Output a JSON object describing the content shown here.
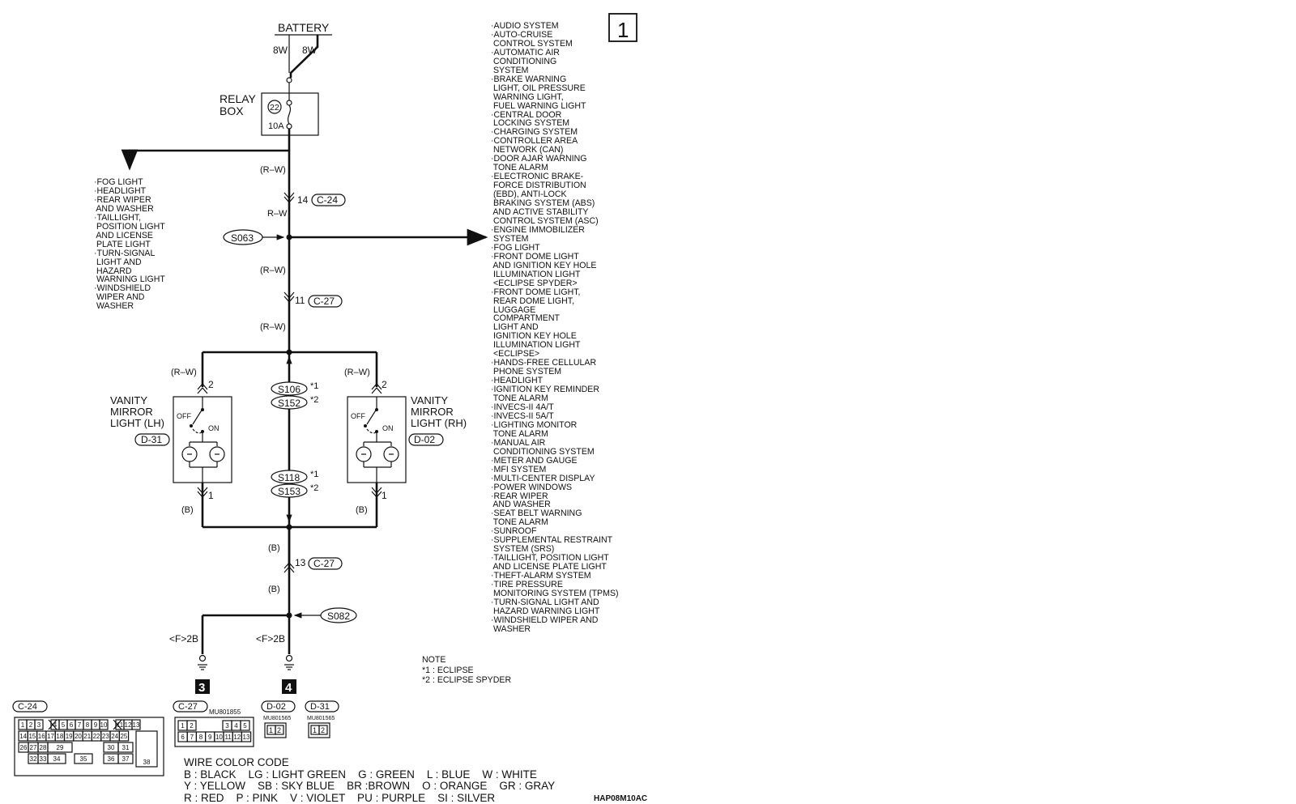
{
  "battery_label": "BATTERY",
  "fusible_links": [
    "8W",
    "8W"
  ],
  "relay_box": {
    "label_line1": "RELAY",
    "label_line2": "BOX",
    "fuse_number": "22",
    "fuse_rating": "10A"
  },
  "page_number": "1",
  "wire_labels": {
    "rw_paren": "(R–W)",
    "rw_plain": "R–W",
    "b_paren": "(B)",
    "ground_feed": "<F>2B"
  },
  "connectors": {
    "c24_pin": "14",
    "c24": "C-24",
    "c27_pin_top": "11",
    "c27": "C-27",
    "c27_pin_bottom": "13",
    "d31": "D-31",
    "d02": "D-02"
  },
  "splices": {
    "s063": "S063",
    "s106": "S106",
    "s152": "S152",
    "s118": "S118",
    "s153": "S153",
    "s082": "S082",
    "mark1": "*1",
    "mark2": "*2"
  },
  "vanity_lh": {
    "line1": "VANITY",
    "line2": "MIRROR",
    "line3": "LIGHT (LH)",
    "off": "OFF",
    "on": "ON",
    "pin_top": "2",
    "pin_bottom": "1"
  },
  "vanity_rh": {
    "line1": "VANITY",
    "line2": "MIRROR",
    "line3": "LIGHT (RH)",
    "off": "OFF",
    "on": "ON",
    "pin_top": "2",
    "pin_bottom": "1"
  },
  "ground_numbers": [
    "3",
    "4"
  ],
  "fog_list_text": "·FOG LIGHT\n·HEADLIGHT\n·REAR WIPER\n AND WASHER\n·TAILLIGHT,\n POSITION LIGHT\n AND LICENSE\n PLATE LIGHT\n·TURN-SIGNAL\n LIGHT AND\n HAZARD\n WARNING LIGHT\n·WINDSHIELD\n WIPER AND\n WASHER",
  "system_list_text": "·AUDIO SYSTEM\n·AUTO-CRUISE\n CONTROL SYSTEM\n·AUTOMATIC AIR\n CONDITIONING\n SYSTEM\n·BRAKE WARNING\n LIGHT, OIL PRESSURE\n WARNING LIGHT,\n FUEL WARNING LIGHT\n·CENTRAL DOOR\n LOCKING SYSTEM\n·CHARGING SYSTEM\n·CONTROLLER AREA\n NETWORK (CAN)\n·DOOR AJAR WARNING\n TONE ALARM\n·ELECTRONIC BRAKE-\n FORCE DISTRIBUTION\n (EBD), ANTI-LOCK\n BRAKING SYSTEM (ABS)\n AND ACTIVE STABILITY\n CONTROL SYSTEM (ASC)\n·ENGINE IMMOBILIZER\n SYSTEM\n·FOG LIGHT\n·FRONT DOME LIGHT\n AND IGNITION KEY HOLE\n ILLUMINATION LIGHT\n <ECLIPSE SPYDER>\n·FRONT DOME LIGHT,\n REAR DOME LIGHT,\n LUGGAGE\n COMPARTMENT\n LIGHT AND\n IGNITION KEY HOLE\n ILLUMINATION LIGHT\n <ECLIPSE>\n·HANDS-FREE CELLULAR\n PHONE SYSTEM\n·HEADLIGHT\n·IGNITION KEY REMINDER\n TONE ALARM\n·INVECS-II 4A/T\n·INVECS-II 5A/T\n·LIGHTING MONITOR\n TONE ALARM\n·MANUAL AIR\n CONDITIONING SYSTEM\n·METER AND GAUGE\n·MFI SYSTEM\n·MULTI-CENTER DISPLAY\n·POWER WINDOWS\n·REAR WIPER\n AND WASHER\n·SEAT BELT WARNING\n TONE ALARM\n·SUNROOF\n·SUPPLEMENTAL RESTRAINT\n SYSTEM (SRS)\n·TAILLIGHT, POSITION LIGHT\n AND LICENSE PLATE LIGHT\n·THEFT-ALARM SYSTEM\n·TIRE PRESSURE\n MONITORING SYSTEM (TPMS)\n·TURN-SIGNAL LIGHT AND\n HAZARD WARNING LIGHT\n·WINDSHIELD WIPER AND\n WASHER",
  "note_text": "NOTE\n*1 : ECLIPSE\n*2 : ECLIPSE SPYDER",
  "connector_views": {
    "c24_label": "C-24",
    "c27_label": "C-27",
    "c27_part": "MU801855",
    "d02_label": "D-02",
    "d02_part": "MU801565",
    "d31_label": "D-31",
    "d31_part": "MU801565",
    "c24_row1": [
      "1",
      "2",
      "3",
      "4",
      "5",
      "6",
      "7",
      "8",
      "9",
      "10",
      "11",
      "12",
      "13"
    ],
    "c24_row2": [
      "14",
      "15",
      "16",
      "17",
      "18",
      "19",
      "20",
      "21",
      "22",
      "23",
      "24",
      "25"
    ],
    "c24_row3": [
      "26",
      "27",
      "28",
      "29",
      "30",
      "31"
    ],
    "c24_row4": [
      "32",
      "33",
      "34",
      "35",
      "36",
      "37"
    ],
    "c24_big": "38",
    "c27_row1_left": [
      "1",
      "2"
    ],
    "c27_row1_right": [
      "3",
      "4",
      "5"
    ],
    "c27_row2": [
      "6",
      "7",
      "8",
      "9",
      "10",
      "11",
      "12",
      "13"
    ],
    "two_pin": [
      "1",
      "2"
    ]
  },
  "legend_text": "WIRE COLOR CODE\nB : BLACK    LG : LIGHT GREEN    G : GREEN    L : BLUE    W : WHITE\nY : YELLOW    SB : SKY BLUE    BR :BROWN    O : ORANGE    GR : GRAY\nR : RED    P : PINK    V : VIOLET    PU : PURPLE    SI : SILVER",
  "diagram_code": "HAP08M10AC"
}
